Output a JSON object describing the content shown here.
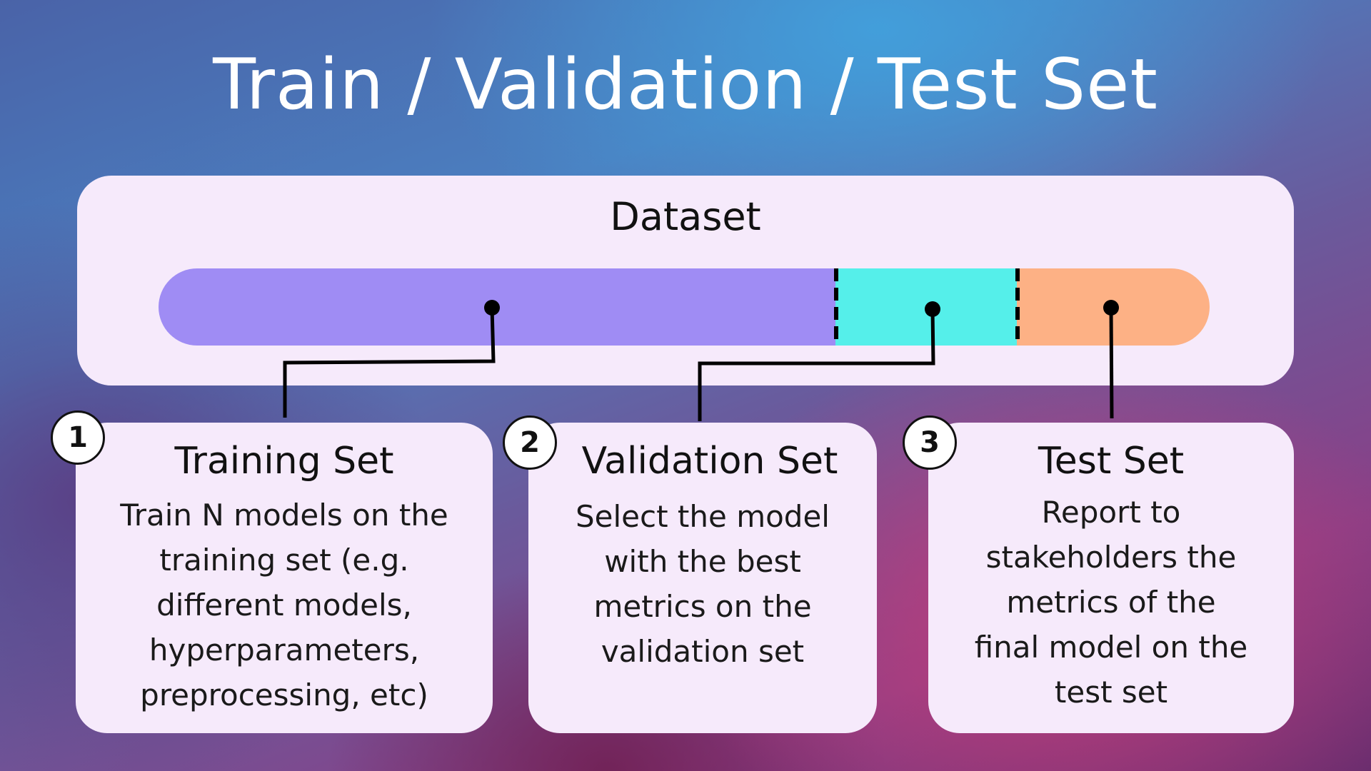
{
  "title": "Train / Validation / Test Set",
  "dataset": {
    "label": "Dataset",
    "segments": [
      {
        "name": "training",
        "color": "#9f8cf4"
      },
      {
        "name": "validation",
        "color": "#55efea"
      },
      {
        "name": "test",
        "color": "#fdb185"
      }
    ]
  },
  "cards": [
    {
      "number": "1",
      "title": "Training Set",
      "text": "Train N models on the\ntraining set (e.g.\ndifferent models,\nhyperparameters,\npreprocessing, etc)"
    },
    {
      "number": "2",
      "title": "Validation Set",
      "text": "Select the model\nwith the best\nmetrics on the\nvalidation set"
    },
    {
      "number": "3",
      "title": "Test Set",
      "text": "Report to\nstakeholders the\nmetrics of the\nfinal model on the\ntest set"
    }
  ]
}
